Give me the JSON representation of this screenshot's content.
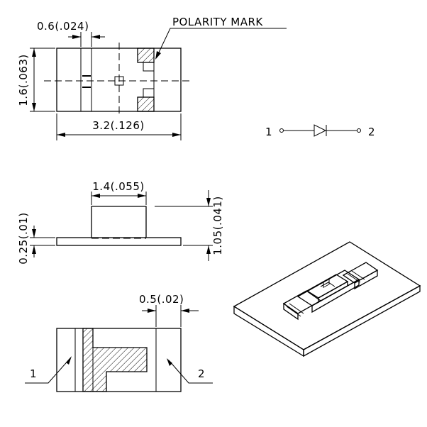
{
  "top_view": {
    "width_label": "3.2(.126)",
    "height_label": "1.6(.063)",
    "pad_label": "0.6(.024)",
    "polarity_label": "POLARITY MARK"
  },
  "schematic": {
    "pin1": "1",
    "pin2": "2"
  },
  "side_view": {
    "lens_width_label": "1.4(.055)",
    "total_height_label": "1.05(.041)",
    "pcb_thickness_label": "0.25(.01)"
  },
  "bottom_view": {
    "pad_label": "0.5(.02)",
    "pin1": "1",
    "pin2": "2"
  }
}
